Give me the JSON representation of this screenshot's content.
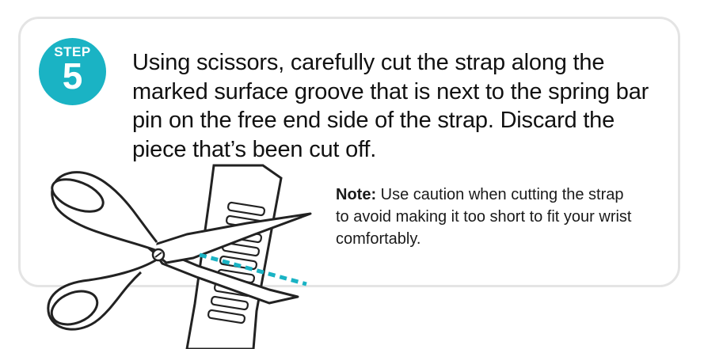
{
  "step": {
    "label": "STEP",
    "number": "5",
    "badge_color": "#1ab3c4"
  },
  "instruction": {
    "text": "Using scissors, carefully cut the strap along the marked surface groove that is next to the spring bar pin on the free end side of the strap. Discard the piece that’s been cut off."
  },
  "note": {
    "label": "Note:",
    "text": " Use caution when cutting the strap to avoid making it too short to fit your wrist comfortably."
  },
  "illustration": {
    "icons": [
      "scissors-icon",
      "watch-strap-icon",
      "cut-line"
    ],
    "cut_line_color": "#1ab3c4"
  }
}
